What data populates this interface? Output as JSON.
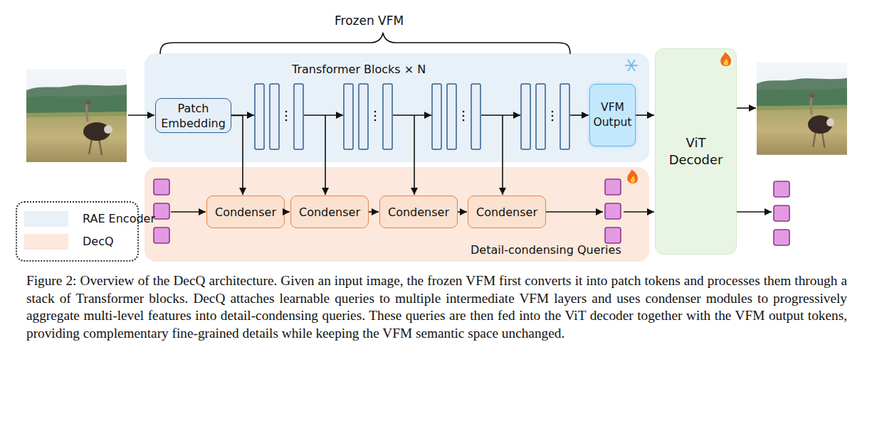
{
  "diagram": {
    "caption": "Figure 2: Overview of the DecQ architecture. Given an input image, the frozen VFM first converts it into patch tokens and processes them through a stack of Transformer blocks. DecQ attaches learnable queries to multiple intermediate VFM layers and uses condenser modules to progressively aggregate multi-level features into detail-condensing queries. These queries are then fed into the ViT decoder together with the VFM output tokens, providing complementary fine-grained details while keeping the VFM semantic space unchanged.",
    "nodes": [
      {
        "text": [
          "Transformer Blocks × N"
        ]
      },
      {
        "text": [
          "Patch Embedding"
        ],
        "in": 0
      },
      {
        "text": [
          "VFM Output"
        ],
        "in": 0
      },
      {
        "text": [
          "Detail-condensing Queries"
        ]
      },
      {
        "text": [
          "Condenser"
        ],
        "in": 3
      },
      {
        "text": [
          "Condenser"
        ],
        "in": 3
      },
      {
        "text": [
          "Condenser"
        ],
        "in": 3
      },
      {
        "text": [
          "Condenser"
        ],
        "in": 3
      },
      {
        "text": [
          "ViT Decoder"
        ]
      }
    ],
    "edges": [
      {
        "from": 1,
        "to": 4,
        "arrow": "to"
      },
      {
        "from": 4,
        "to": 5,
        "arrow": "to"
      },
      {
        "from": 5,
        "to": 6,
        "arrow": "to"
      },
      {
        "from": 6,
        "to": 7,
        "arrow": "to"
      },
      {
        "from": 2,
        "to": 8,
        "arrow": "to"
      }
    ],
    "labels": [
      "Frozen VFM"
    ],
    "legend": [
      {
        "text": "RAE Encoder",
        "color": "#e8f0f8"
      },
      {
        "text": "DecQ",
        "color": "#fce8dc"
      }
    ]
  }
}
